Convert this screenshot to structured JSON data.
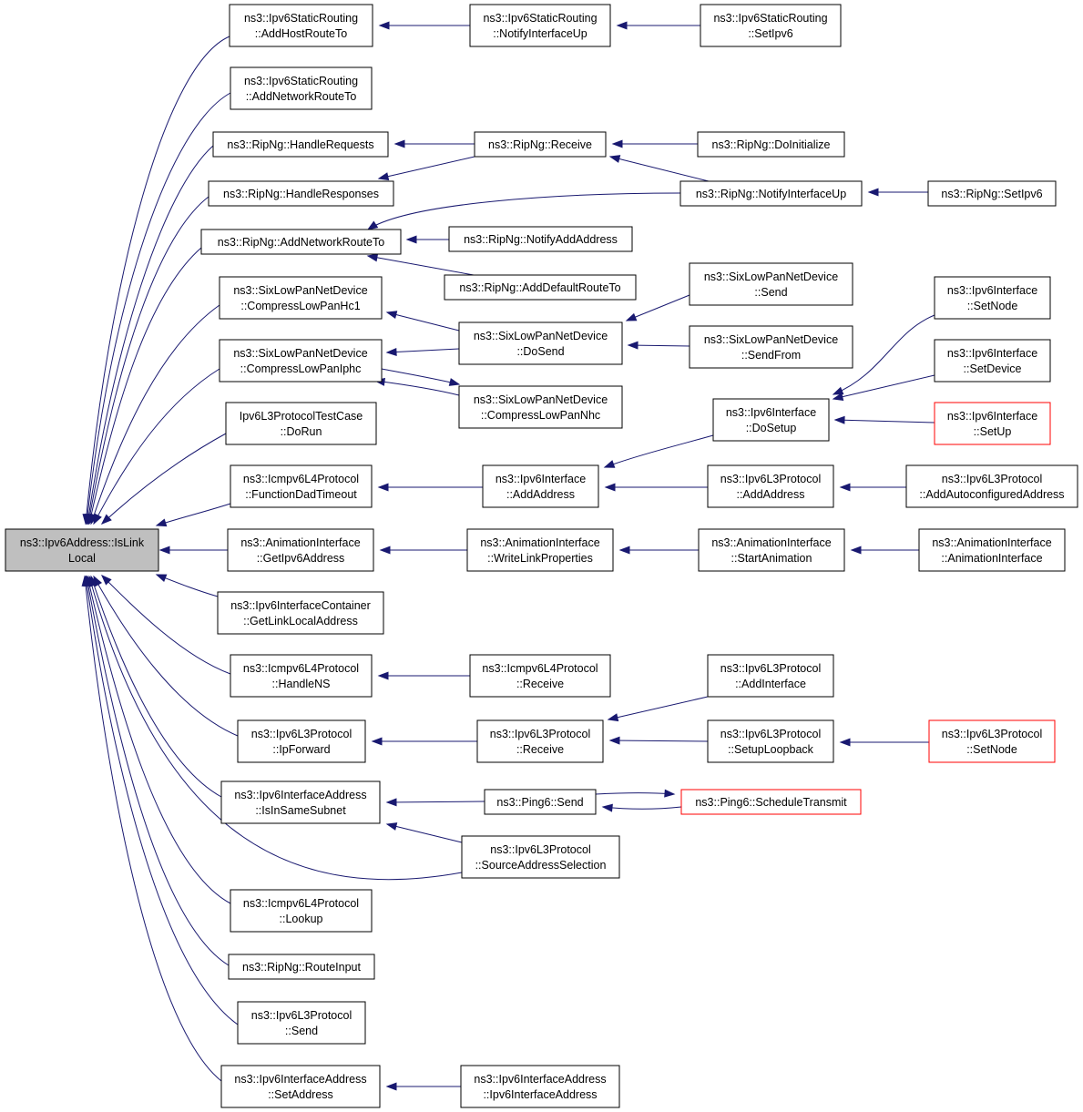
{
  "colors": {
    "edge": "#191970",
    "root_fill": "#bfbfbf",
    "truncated_border": "#ff0000"
  },
  "nodes": [
    {
      "id": "root",
      "label": [
        "ns3::Ipv6Address::IsLink",
        "Local"
      ],
      "root": true
    },
    {
      "id": "n1",
      "label": [
        "ns3::Ipv6StaticRouting",
        "::AddHostRouteTo"
      ]
    },
    {
      "id": "n2",
      "label": [
        "ns3::Ipv6StaticRouting",
        "::NotifyInterfaceUp"
      ]
    },
    {
      "id": "n3",
      "label": [
        "ns3::Ipv6StaticRouting",
        "::SetIpv6"
      ]
    },
    {
      "id": "n4",
      "label": [
        "ns3::Ipv6StaticRouting",
        "::AddNetworkRouteTo"
      ]
    },
    {
      "id": "n5",
      "label": [
        "ns3::RipNg::HandleRequests"
      ]
    },
    {
      "id": "n6",
      "label": [
        "ns3::RipNg::Receive"
      ]
    },
    {
      "id": "n7",
      "label": [
        "ns3::RipNg::DoInitialize"
      ]
    },
    {
      "id": "n8",
      "label": [
        "ns3::RipNg::HandleResponses"
      ]
    },
    {
      "id": "n9",
      "label": [
        "ns3::RipNg::NotifyInterfaceUp"
      ]
    },
    {
      "id": "n10",
      "label": [
        "ns3::RipNg::SetIpv6"
      ]
    },
    {
      "id": "n11",
      "label": [
        "ns3::RipNg::AddNetworkRouteTo"
      ]
    },
    {
      "id": "n12",
      "label": [
        "ns3::RipNg::NotifyAddAddress"
      ]
    },
    {
      "id": "n13",
      "label": [
        "ns3::RipNg::AddDefaultRouteTo"
      ]
    },
    {
      "id": "n14",
      "label": [
        "ns3::SixLowPanNetDevice",
        "::CompressLowPanHc1"
      ]
    },
    {
      "id": "n15",
      "label": [
        "ns3::SixLowPanNetDevice",
        "::Send"
      ]
    },
    {
      "id": "n16",
      "label": [
        "ns3::SixLowPanNetDevice",
        "::DoSend"
      ]
    },
    {
      "id": "n17",
      "label": [
        "ns3::SixLowPanNetDevice",
        "::SendFrom"
      ]
    },
    {
      "id": "n18",
      "label": [
        "ns3::SixLowPanNetDevice",
        "::CompressLowPanIphc"
      ]
    },
    {
      "id": "n19",
      "label": [
        "ns3::SixLowPanNetDevice",
        "::CompressLowPanNhc"
      ]
    },
    {
      "id": "n20",
      "label": [
        "ns3::Ipv6Interface",
        "::SetNode"
      ]
    },
    {
      "id": "n21",
      "label": [
        "ns3::Ipv6Interface",
        "::SetDevice"
      ]
    },
    {
      "id": "n22",
      "label": [
        "Ipv6L3ProtocolTestCase",
        "::DoRun"
      ]
    },
    {
      "id": "n23",
      "label": [
        "ns3::Ipv6Interface",
        "::DoSetup"
      ]
    },
    {
      "id": "n24",
      "label": [
        "ns3::Ipv6Interface",
        "::SetUp"
      ],
      "truncated": true
    },
    {
      "id": "n25",
      "label": [
        "ns3::Icmpv6L4Protocol",
        "::FunctionDadTimeout"
      ]
    },
    {
      "id": "n26",
      "label": [
        "ns3::Ipv6Interface",
        "::AddAddress"
      ]
    },
    {
      "id": "n27",
      "label": [
        "ns3::Ipv6L3Protocol",
        "::AddAddress"
      ]
    },
    {
      "id": "n28",
      "label": [
        "ns3::Ipv6L3Protocol",
        "::AddAutoconfiguredAddress"
      ]
    },
    {
      "id": "n29",
      "label": [
        "ns3::AnimationInterface",
        "::GetIpv6Address"
      ]
    },
    {
      "id": "n30",
      "label": [
        "ns3::AnimationInterface",
        "::WriteLinkProperties"
      ]
    },
    {
      "id": "n31",
      "label": [
        "ns3::AnimationInterface",
        "::StartAnimation"
      ]
    },
    {
      "id": "n32",
      "label": [
        "ns3::AnimationInterface",
        "::AnimationInterface"
      ]
    },
    {
      "id": "n33",
      "label": [
        "ns3::Ipv6InterfaceContainer",
        "::GetLinkLocalAddress"
      ]
    },
    {
      "id": "n34",
      "label": [
        "ns3::Icmpv6L4Protocol",
        "::HandleNS"
      ]
    },
    {
      "id": "n35",
      "label": [
        "ns3::Icmpv6L4Protocol",
        "::Receive"
      ]
    },
    {
      "id": "n36",
      "label": [
        "ns3::Ipv6L3Protocol",
        "::AddInterface"
      ]
    },
    {
      "id": "n37",
      "label": [
        "ns3::Ipv6L3Protocol",
        "::IpForward"
      ]
    },
    {
      "id": "n38",
      "label": [
        "ns3::Ipv6L3Protocol",
        "::Receive"
      ]
    },
    {
      "id": "n39",
      "label": [
        "ns3::Ipv6L3Protocol",
        "::SetupLoopback"
      ]
    },
    {
      "id": "n40",
      "label": [
        "ns3::Ipv6L3Protocol",
        "::SetNode"
      ],
      "truncated": true
    },
    {
      "id": "n41",
      "label": [
        "ns3::Ipv6InterfaceAddress",
        "::IsInSameSubnet"
      ]
    },
    {
      "id": "n42",
      "label": [
        "ns3::Ping6::Send"
      ]
    },
    {
      "id": "n43",
      "label": [
        "ns3::Ping6::ScheduleTransmit"
      ],
      "truncated": true
    },
    {
      "id": "n44",
      "label": [
        "ns3::Ipv6L3Protocol",
        "::SourceAddressSelection"
      ]
    },
    {
      "id": "n45",
      "label": [
        "ns3::Icmpv6L4Protocol",
        "::Lookup"
      ]
    },
    {
      "id": "n46",
      "label": [
        "ns3::RipNg::RouteInput"
      ]
    },
    {
      "id": "n47",
      "label": [
        "ns3::Ipv6L3Protocol",
        "::Send"
      ]
    },
    {
      "id": "n48",
      "label": [
        "ns3::Ipv6InterfaceAddress",
        "::SetAddress"
      ]
    },
    {
      "id": "n49",
      "label": [
        "ns3::Ipv6InterfaceAddress",
        "::Ipv6InterfaceAddress"
      ]
    }
  ],
  "edges": [
    {
      "from": "n1",
      "to": "root"
    },
    {
      "from": "n4",
      "to": "root"
    },
    {
      "from": "n5",
      "to": "root"
    },
    {
      "from": "n8",
      "to": "root"
    },
    {
      "from": "n11",
      "to": "root"
    },
    {
      "from": "n14",
      "to": "root"
    },
    {
      "from": "n18",
      "to": "root"
    },
    {
      "from": "n22",
      "to": "root"
    },
    {
      "from": "n25",
      "to": "root"
    },
    {
      "from": "n29",
      "to": "root"
    },
    {
      "from": "n33",
      "to": "root"
    },
    {
      "from": "n34",
      "to": "root"
    },
    {
      "from": "n37",
      "to": "root"
    },
    {
      "from": "n41",
      "to": "root"
    },
    {
      "from": "n44",
      "to": "root"
    },
    {
      "from": "n45",
      "to": "root"
    },
    {
      "from": "n46",
      "to": "root"
    },
    {
      "from": "n47",
      "to": "root"
    },
    {
      "from": "n48",
      "to": "root"
    },
    {
      "from": "n2",
      "to": "n1"
    },
    {
      "from": "n3",
      "to": "n2"
    },
    {
      "from": "n6",
      "to": "n5"
    },
    {
      "from": "n6",
      "to": "n8"
    },
    {
      "from": "n7",
      "to": "n6"
    },
    {
      "from": "n9",
      "to": "n6"
    },
    {
      "from": "n10",
      "to": "n9"
    },
    {
      "from": "n9",
      "to": "n11"
    },
    {
      "from": "n12",
      "to": "n11"
    },
    {
      "from": "n13",
      "to": "n11"
    },
    {
      "from": "n16",
      "to": "n14"
    },
    {
      "from": "n16",
      "to": "n18"
    },
    {
      "from": "n19",
      "to": "n18"
    },
    {
      "from": "n18",
      "to": "n19"
    },
    {
      "from": "n15",
      "to": "n16"
    },
    {
      "from": "n17",
      "to": "n16"
    },
    {
      "from": "n26",
      "to": "n25"
    },
    {
      "from": "n23",
      "to": "n26"
    },
    {
      "from": "n27",
      "to": "n26"
    },
    {
      "from": "n20",
      "to": "n23"
    },
    {
      "from": "n21",
      "to": "n23"
    },
    {
      "from": "n24",
      "to": "n23"
    },
    {
      "from": "n28",
      "to": "n27"
    },
    {
      "from": "n30",
      "to": "n29"
    },
    {
      "from": "n31",
      "to": "n30"
    },
    {
      "from": "n32",
      "to": "n31"
    },
    {
      "from": "n35",
      "to": "n34"
    },
    {
      "from": "n38",
      "to": "n37"
    },
    {
      "from": "n36",
      "to": "n38"
    },
    {
      "from": "n39",
      "to": "n38"
    },
    {
      "from": "n40",
      "to": "n39"
    },
    {
      "from": "n42",
      "to": "n41"
    },
    {
      "from": "n44",
      "to": "n41"
    },
    {
      "from": "n42",
      "to": "n43"
    },
    {
      "from": "n43",
      "to": "n42"
    },
    {
      "from": "n49",
      "to": "n48"
    }
  ]
}
